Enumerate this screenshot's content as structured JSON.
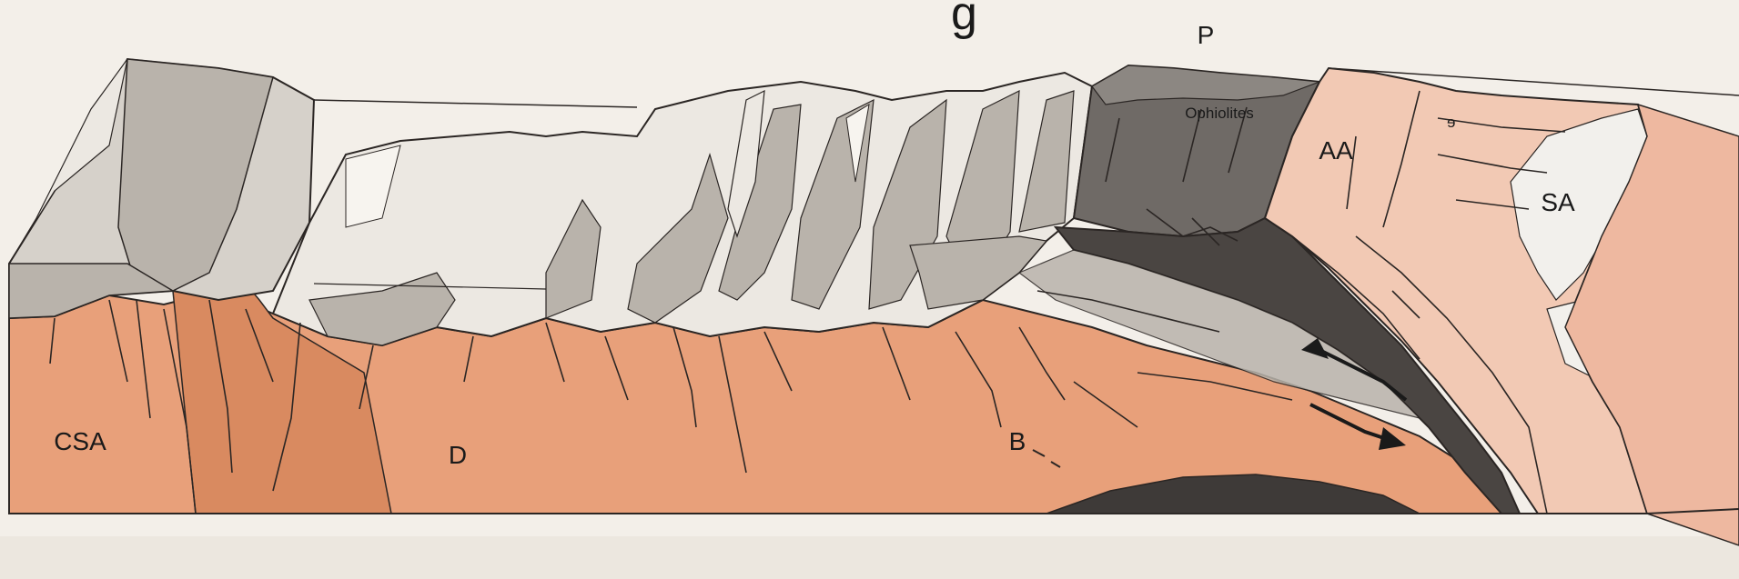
{
  "header_fragment": "g",
  "labels": {
    "p": "P",
    "ophiolites": "Ophiolites",
    "aa": "AA",
    "sa": "SA",
    "csa": "CSA",
    "d": "D",
    "b": "B"
  },
  "colors": {
    "paper": "#f3efe9",
    "crust_orange": "#e8a07a",
    "crust_dark_orange": "#d98a60",
    "nappe_grey": "#b9b3ab",
    "nappe_light": "#ece8e2",
    "ophiolite_dark": "#6f6a66",
    "oceanic_dark": "#3e3a38",
    "arabian_pink": "#f2c9b4",
    "ink": "#2b2624"
  }
}
